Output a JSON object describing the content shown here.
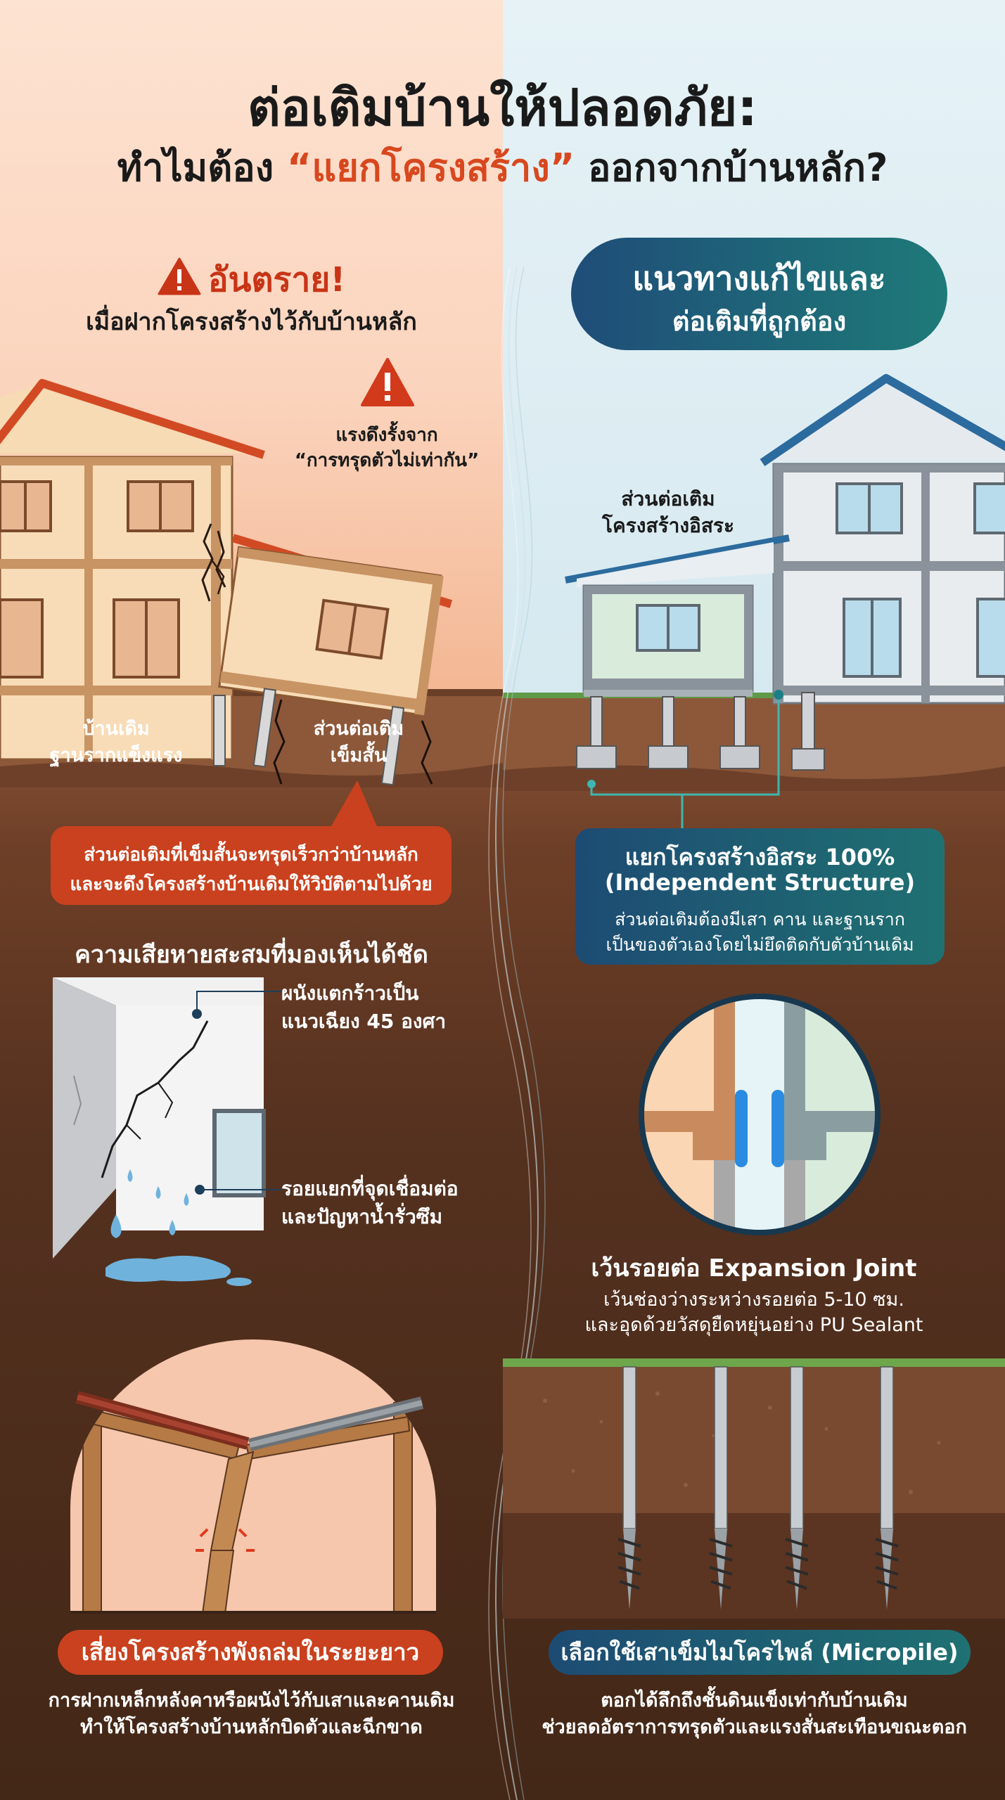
{
  "title": {
    "line1": "ต่อเติมบ้านให้ปลอดภัย:",
    "line2_prefix": "ทำไมต้อง ",
    "line2_highlight": "“แยกโครงสร้าง”",
    "line2_suffix": " ออกจากบ้านหลัก?"
  },
  "danger": {
    "heading": "อันตราย!",
    "subheading": "เมื่อฝากโครงสร้างไว้กับบ้านหลัก",
    "warning_line1": "แรงดึงรั้งจาก",
    "warning_line2": "“การทรุดตัวไม่เท่ากัน”",
    "old_house_line1": "บ้านเดิม",
    "old_house_line2": "ฐานรากแข็งแรง",
    "extension_line1": "ส่วนต่อเติม",
    "extension_line2": "เข็มสั้น",
    "callout_line1": "ส่วนต่อเติมที่เข็มสั้นจะทรุดเร็วกว่าบ้านหลัก",
    "callout_line2": "และจะดึงโครงสร้างบ้านเดิมให้วิบัติตามไปด้วย"
  },
  "solution": {
    "pill_line1": "แนวทางแก้ไขและ",
    "pill_line2": "ต่อเติมที่ถูกต้อง",
    "extension_line1": "ส่วนต่อเติม",
    "extension_line2": "โครงสร้างอิสระ",
    "callout_line1": "แยกโครงสร้างอิสระ 100%",
    "callout_line2": "(Independent Structure)",
    "callout_line3": "ส่วนต่อเติมต้องมีเสา คาน และฐานราก",
    "callout_line4": "เป็นของตัวเองโดยไม่ยึดติดกับตัวบ้านเดิม"
  },
  "damage": {
    "title": "ความเสียหายสะสมที่มองเห็นได้ชัด",
    "crack_line1": "ผนังแตกร้าวเป็น",
    "crack_line2": "แนวเฉียง 45 องศา",
    "leak_line1": "รอยแยกที่จุดเชื่อมต่อ",
    "leak_line2": "และปัญหาน้ำรั่วซึม"
  },
  "expansion_joint": {
    "title": "เว้นรอยต่อ Expansion Joint",
    "line1": "เว้นช่องว่างระหว่างรอยต่อ 5-10 ซม.",
    "line2": "และอุดด้วยวัสดุยืดหยุ่นอย่าง PU Sealant"
  },
  "collapse": {
    "pill": "เสี่ยงโครงสร้างพังถล่มในระยะยาว",
    "line1": "การฝากเหล็กหลังคาหรือผนังไว้กับเสาและคานเดิม",
    "line2": "ทำให้โครงสร้างบ้านหลักบิดตัวและฉีกขาด"
  },
  "micropile": {
    "pill": "เลือกใช้เสาเข็มไมโครไพล์ (Micropile)",
    "line1": "ตอกได้ลึกถึงชั้นดินแข็งเท่ากับบ้านเดิม",
    "line2": "ช่วยลดอัตราการทรุดตัวและแรงสั่นสะเทือนขณะตอก"
  },
  "icons": {
    "warning": "warning-triangle-icon",
    "water": "water-drop-icon"
  },
  "colors": {
    "danger": "#c9411e",
    "solution": "#1f5f77",
    "soil": "#5a3320"
  }
}
